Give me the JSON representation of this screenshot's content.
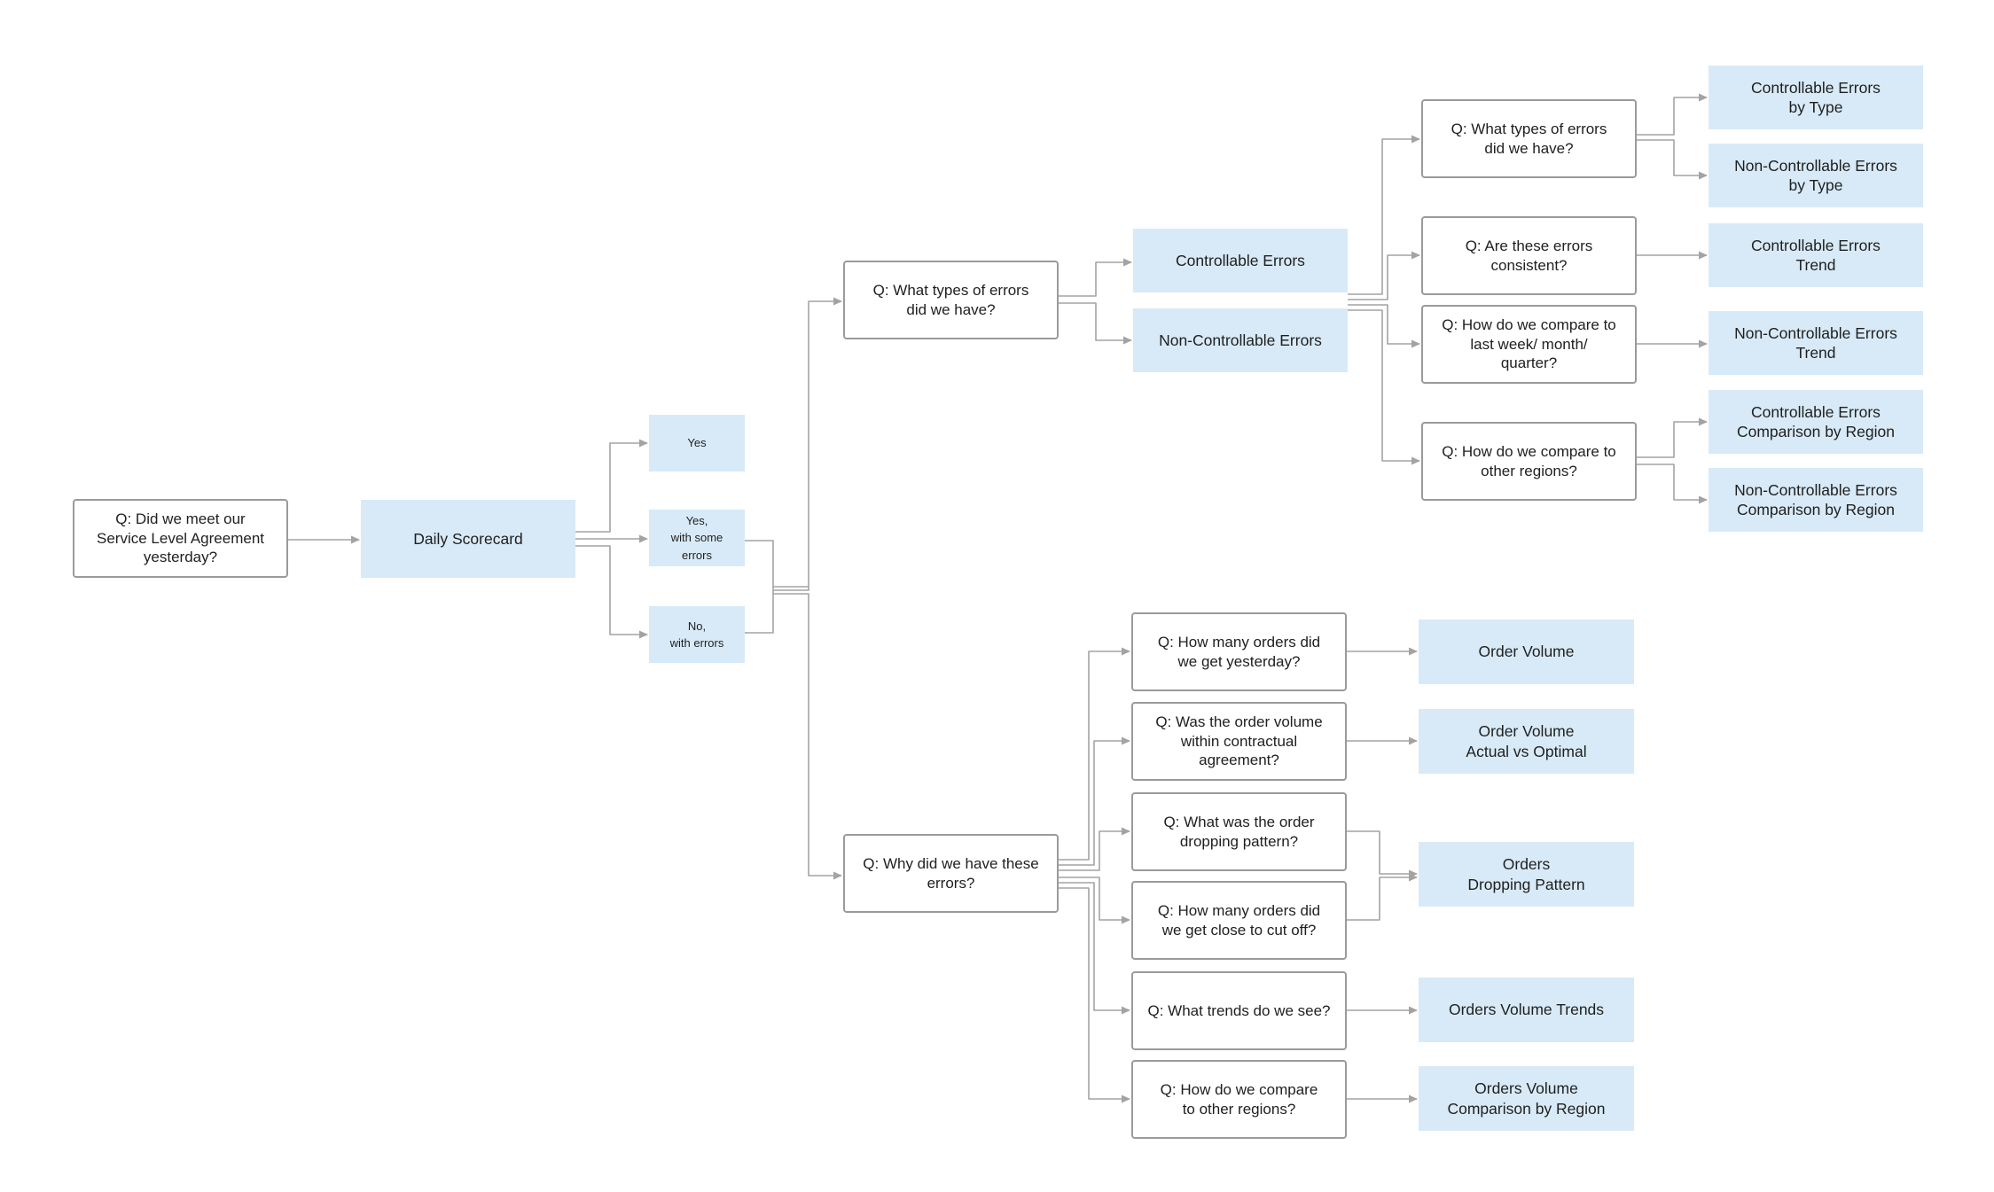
{
  "nodes": {
    "n_root": "Q: Did we meet our\nService Level Agreement\nyesterday?",
    "n_scorecard": "Daily Scorecard",
    "n_yes": "Yes",
    "n_yes_some": "Yes,\nwith some\nerrors",
    "n_no": "No,\nwith errors",
    "n_q_types": "Q: What types of errors\ndid we have?",
    "n_q_why": "Q: Why did we have these\nerrors?",
    "n_ctrl": "Controllable Errors",
    "n_nonctrl": "Non-Controllable Errors",
    "n_q_types2": "Q: What types of errors\ndid we have?",
    "n_q_consistent": "Q: Are these errors\nconsistent?",
    "n_q_compare_time": "Q: How do we compare to\nlast week/ month/\nquarter?",
    "n_q_compare_regions": "Q: How do we compare to\nother regions?",
    "n_ctrl_type": "Controllable Errors\nby Type",
    "n_nonctrl_type": "Non-Controllable Errors\nby Type",
    "n_ctrl_trend": "Controllable Errors\nTrend",
    "n_nonctrl_trend": "Non-Controllable Errors\nTrend",
    "n_ctrl_region": "Controllable Errors\nComparison by Region",
    "n_nonctrl_region": "Non-Controllable Errors\nComparison by Region",
    "n_q_orders": "Q: How many orders did\nwe get yesterday?",
    "n_q_volume": "Q: Was the order volume\nwithin contractual\nagreement?",
    "n_q_dropping": "Q: What was the order\ndropping pattern?",
    "n_q_cutoff": "Q: How many orders did\nwe get close to cut off?",
    "n_q_trends": "Q: What trends do we see?",
    "n_q_regions": "Q: How do we compare\nto other regions?",
    "n_order_volume": "Order Volume",
    "n_order_volume_actual": "Order Volume\nActual vs Optimal",
    "n_orders_dropping": "Orders\nDropping Pattern",
    "n_orders_trends": "Orders Volume Trends",
    "n_orders_region": "Orders Volume\nComparison by Region"
  },
  "colors": {
    "answer_fill": "#d8eaf7",
    "question_border": "#9a9a9a",
    "connector": "#a3a3a3"
  }
}
